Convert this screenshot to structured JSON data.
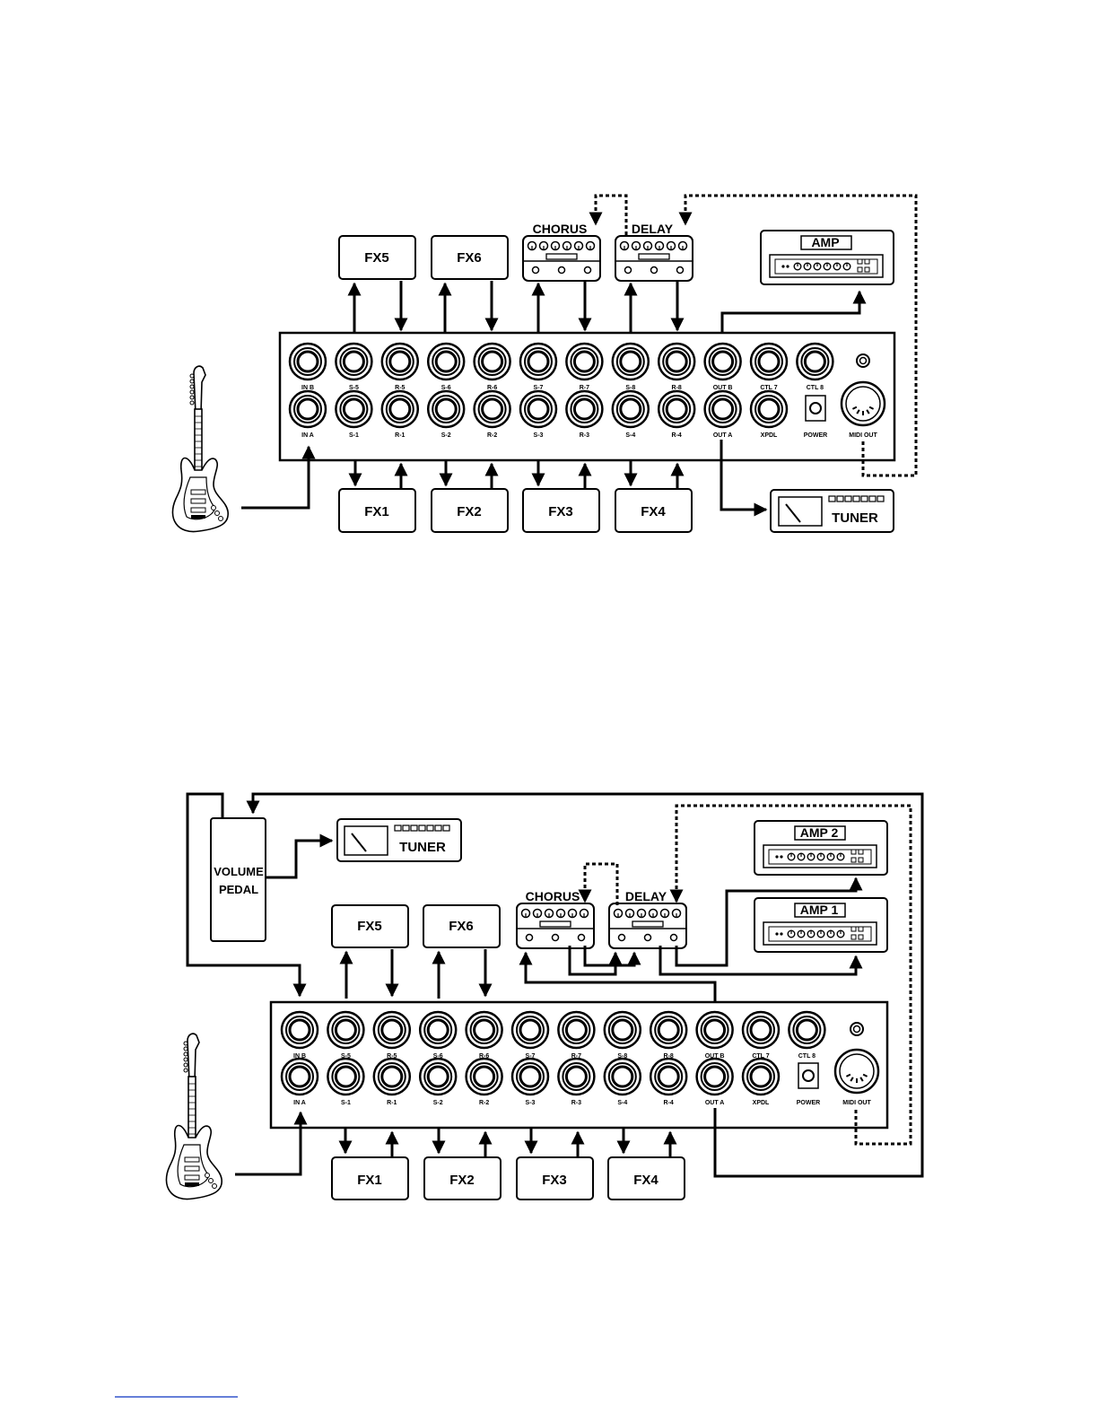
{
  "diagram1": {
    "top_row_jacks": [
      "IN B",
      "S-5",
      "R-5",
      "S-6",
      "R-6",
      "S-7",
      "R-7",
      "S-8",
      "R-8",
      "OUT B",
      "CTL 7",
      "CTL 8"
    ],
    "bottom_row_jacks": [
      "IN A",
      "S-1",
      "R-1",
      "S-2",
      "R-2",
      "S-3",
      "R-3",
      "S-4",
      "R-4",
      "OUT A",
      "XPDL"
    ],
    "power_label": "POWER",
    "midi_label": "MIDI OUT",
    "fx_top": [
      "FX5",
      "FX6"
    ],
    "fx_bottom": [
      "FX1",
      "FX2",
      "FX3",
      "FX4"
    ],
    "chorus": "CHORUS",
    "delay": "DELAY",
    "amp": "AMP",
    "tuner": "TUNER"
  },
  "diagram2": {
    "top_row_jacks": [
      "IN B",
      "S-5",
      "R-5",
      "S-6",
      "R-6",
      "S-7",
      "R-7",
      "S-8",
      "R-8",
      "OUT B",
      "CTL 7",
      "CTL 8"
    ],
    "bottom_row_jacks": [
      "IN A",
      "S-1",
      "R-1",
      "S-2",
      "R-2",
      "S-3",
      "R-3",
      "S-4",
      "R-4",
      "OUT A",
      "XPDL"
    ],
    "power_label": "POWER",
    "midi_label": "MIDI OUT",
    "fx_top": [
      "FX5",
      "FX6"
    ],
    "fx_bottom": [
      "FX1",
      "FX2",
      "FX3",
      "FX4"
    ],
    "chorus": "CHORUS",
    "delay": "DELAY",
    "amp1": "AMP 1",
    "amp2": "AMP 2",
    "tuner": "TUNER",
    "volume_pedal": [
      "VOLUME",
      "PEDAL"
    ]
  }
}
